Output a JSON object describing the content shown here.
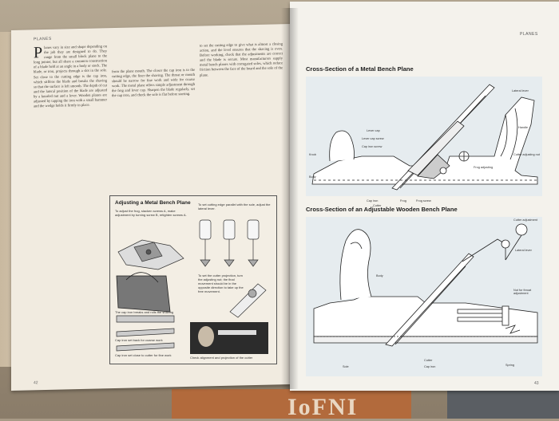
{
  "left_page": {
    "running_head": "PLANES",
    "page_number": "42",
    "dropcap": "P",
    "col1_intro": "lanes vary in size and shape depending on the job they are designed to do. They range from the small block plane to the long jointer, but all share a common construction of a blade held at an angle in a body or stock.",
    "col1_body": "The blade, or iron, projects through a slot in the sole. Set close to the cutting edge is the cap iron, which stiffens the blade and breaks the shaving so that the surface is left smooth. The depth of cut and the lateral position of the blade are adjusted by a knurled nut and a lever. Wooden planes are adjusted by tapping the iron with a small hammer and the wedge holds it firmly in place.",
    "col2": "from the plane mouth. The closer the cap iron is to the cutting edge, the finer the shaving. The throat or mouth should be narrow for fine work and wide for coarse work. The metal plane offers simple adjustment through the frog and lever cap. Sharpen the blade regularly, set the cap iron, and check the sole is flat before starting.",
    "col3": "to set the cutting edge to give what is almost a closing action, and the level ensures that the shaving is even. Before working, check that the adjustments are correct and the blade is secure. Most manufacturers supply metal bench planes with corrugated soles, which reduce friction between the face of the board and the sole of the plane.",
    "inset": {
      "title": "Adjusting a Metal Bench Plane",
      "cap_top": "To adjust the frog, slacken screws A, make adjustment by turning screw B, retighten screws A.",
      "cap_right": "To set cutting edge parallel with the sole, adjust the lateral lever.",
      "cap_mid": "To set the cutter projection, turn the adjusting nut; the final movement should be in the opposite direction to take up the free movement.",
      "cap_1": "The cap iron breaks and rolls the shaving",
      "cap_2": "Cap iron set back for coarse work",
      "cap_3": "Cap iron set close to cutter for fine work",
      "cap_4": "Check alignment and projection of the cutter"
    }
  },
  "right_page": {
    "running_head": "PLANES",
    "page_number": "43",
    "fig1": {
      "title": "Cross-Section of a Metal Bench Plane",
      "labels": {
        "lateral_lever": "Lateral lever",
        "handle": "Handle",
        "lever_cap": "Lever cap",
        "lever_cap_screw": "Lever cap screw",
        "cap_iron_screw": "Cap iron screw",
        "knob": "Knob",
        "body": "Body",
        "cutter": "Cutter",
        "cutter_adjusting_nut": "Cutter adjusting nut",
        "cap_iron": "Cap iron",
        "frog": "Frog",
        "frog_screw": "Frog screw",
        "frog_adjusting": "Frog adjusting"
      }
    },
    "fig2": {
      "title": "Cross-Section of an Adjustable Wooden Bench Plane",
      "labels": {
        "cutter_adjustment": "Cutter adjustment",
        "lateral_lever": "Lateral lever",
        "body": "Body",
        "nut_for_throat": "Nut for throat adjustment",
        "sole": "Sole",
        "cutter": "Cutter",
        "cap_iron": "Cap iron",
        "spring": "Spring"
      }
    }
  },
  "background": {
    "book_spine_text": "IoFNI"
  },
  "colors": {
    "page": "#f4f2ec",
    "figure_bg": "#e6ecef",
    "ink": "#1d1d1d",
    "spine_book": "#b26a3c"
  }
}
